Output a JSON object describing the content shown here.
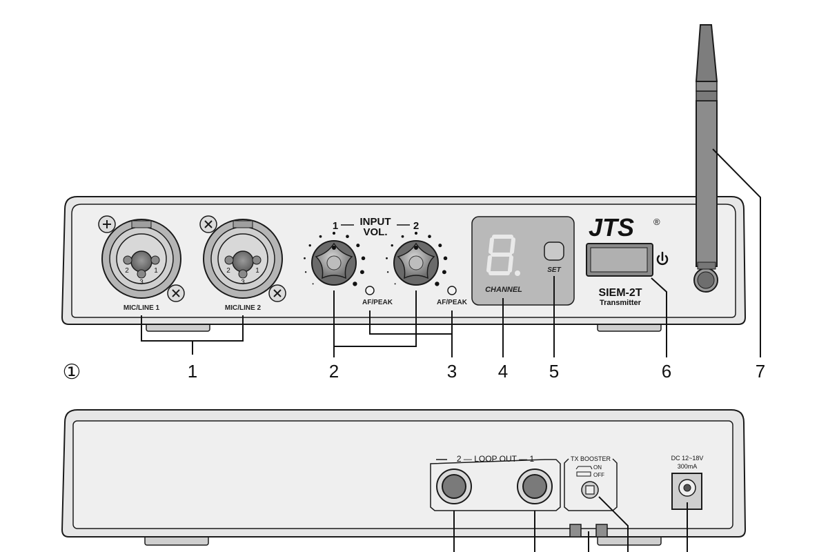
{
  "figure_number": "①",
  "front": {
    "jack_labels": [
      "MIC/LINE 1",
      "MIC/LINE 2"
    ],
    "jack_pins": [
      "2",
      "1",
      "3"
    ],
    "input_vol_title_line1": "INPUT",
    "input_vol_title_line2": "VOL.",
    "input_vol_ch1": "1",
    "input_vol_ch2": "2",
    "peak_labels": [
      "AF/PEAK",
      "AF/PEAK"
    ],
    "display_digit": "8.",
    "channel_label": "CHANNEL",
    "set_label": "SET",
    "brand": "JTS",
    "registered": "®",
    "power_icon": "power-icon",
    "model": "SIEM-2T",
    "model_sub": "Transmitter"
  },
  "callouts_front": [
    "1",
    "2",
    "3",
    "4",
    "5",
    "6",
    "7"
  ],
  "rear": {
    "loop_out_label": "2 — LOOP OUT — 1",
    "tx_booster_label": "TX BOOSTER",
    "tx_on": "ON",
    "tx_off": "OFF",
    "dc_label": "DC 12~18V",
    "dc_current": "300mA"
  },
  "colors": {
    "panel": "#ececec",
    "outline": "#1a1a1a",
    "display": "#b8b8b8",
    "knob": "#9a9a9a",
    "socket": "#777777"
  }
}
